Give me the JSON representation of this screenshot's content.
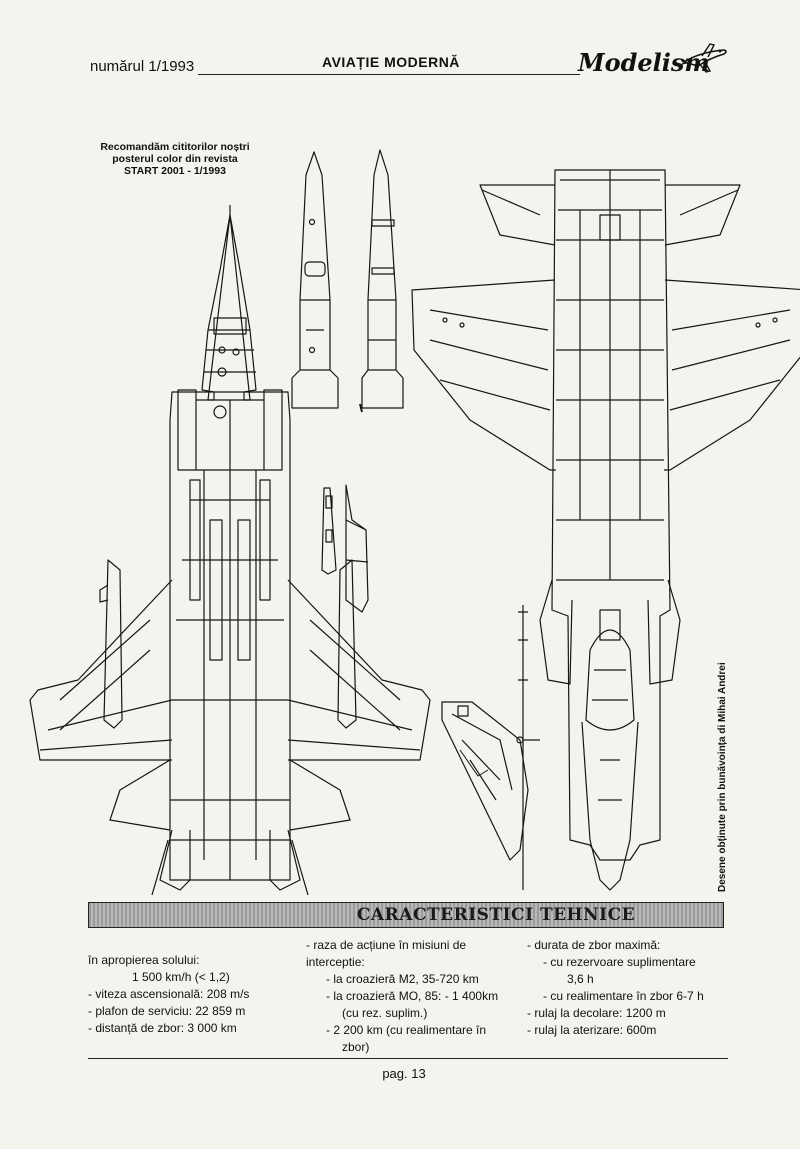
{
  "header": {
    "issue": "numărul 1/1993",
    "magazine": "AVIAȚIE MODERNĂ",
    "section_logo": "Modelism"
  },
  "recommend": {
    "lines": [
      "Recomandăm cititorilor noștri",
      "posterul color din revista",
      "START 2001 - 1/1993"
    ]
  },
  "credit": "Desene obținute prin bunăvoința di Mihai Andrei",
  "specs": {
    "title": "CARACTERISTICI TEHNICE",
    "col1": [
      "în apropierea solului:",
      "1 500 km/h (< 1,2)",
      "- viteza ascensională: 208 m/s",
      "- plafon de serviciu: 22 859 m",
      "- distanță de zbor: 3 000 km"
    ],
    "col2": [
      "- raza de acțiune în misiuni de",
      "interceptie:",
      "- la croazieră M2, 35-720 km",
      "- la croazieră MO, 85: - 1 400km",
      "(cu rez. suplim.)",
      "- 2 200 km (cu realimentare în",
      "zbor)"
    ],
    "col3": [
      "- durata de zbor maximă:",
      "- cu rezervoare suplimentare",
      "3,6 h",
      "- cu realimentare în zbor 6-7 h",
      "- rulaj la decolare: 1200 m",
      "- rulaj la aterizare: 600m"
    ]
  },
  "footer": {
    "page": "pag. 13"
  }
}
